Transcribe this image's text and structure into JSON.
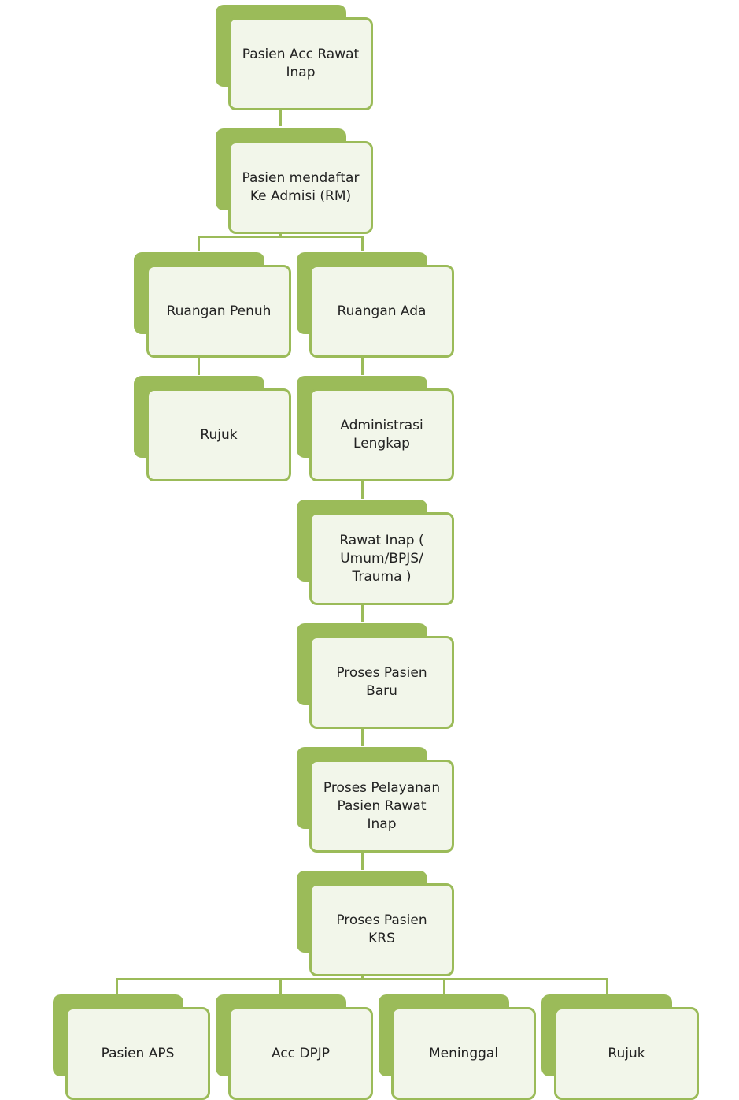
{
  "colors": {
    "accent": "#9bbb59",
    "node_fill": "#f2f6ea",
    "text": "#222222"
  },
  "nodes": [
    {
      "id": "pasien-acc",
      "label": "Pasien Acc Rawat\nInap"
    },
    {
      "id": "pasien-mendaftar",
      "label": "Pasien mendaftar\nKe Admisi (RM)"
    },
    {
      "id": "ruangan-penuh",
      "label": "Ruangan Penuh"
    },
    {
      "id": "ruangan-ada",
      "label": "Ruangan Ada"
    },
    {
      "id": "rujuk-1",
      "label": "Rujuk"
    },
    {
      "id": "administrasi",
      "label": "Administrasi\nLengkap"
    },
    {
      "id": "rawat-inap",
      "label": "Rawat Inap (\nUmum/BPJS/\nTrauma )"
    },
    {
      "id": "proses-baru",
      "label": "Proses Pasien\nBaru"
    },
    {
      "id": "proses-pelayanan",
      "label": "Proses Pelayanan\nPasien Rawat\nInap"
    },
    {
      "id": "proses-krs",
      "label": "Proses Pasien\nKRS"
    },
    {
      "id": "pasien-aps",
      "label": "Pasien APS"
    },
    {
      "id": "acc-dpjp",
      "label": "Acc DPJP"
    },
    {
      "id": "meninggal",
      "label": "Meninggal"
    },
    {
      "id": "rujuk-2",
      "label": "Rujuk"
    }
  ],
  "edges": [
    [
      "pasien-acc",
      "pasien-mendaftar"
    ],
    [
      "pasien-mendaftar",
      "ruangan-penuh"
    ],
    [
      "pasien-mendaftar",
      "ruangan-ada"
    ],
    [
      "ruangan-penuh",
      "rujuk-1"
    ],
    [
      "ruangan-ada",
      "administrasi"
    ],
    [
      "administrasi",
      "rawat-inap"
    ],
    [
      "rawat-inap",
      "proses-baru"
    ],
    [
      "proses-baru",
      "proses-pelayanan"
    ],
    [
      "proses-pelayanan",
      "proses-krs"
    ],
    [
      "proses-krs",
      "pasien-aps"
    ],
    [
      "proses-krs",
      "acc-dpjp"
    ],
    [
      "proses-krs",
      "meninggal"
    ],
    [
      "proses-krs",
      "rujuk-2"
    ]
  ]
}
